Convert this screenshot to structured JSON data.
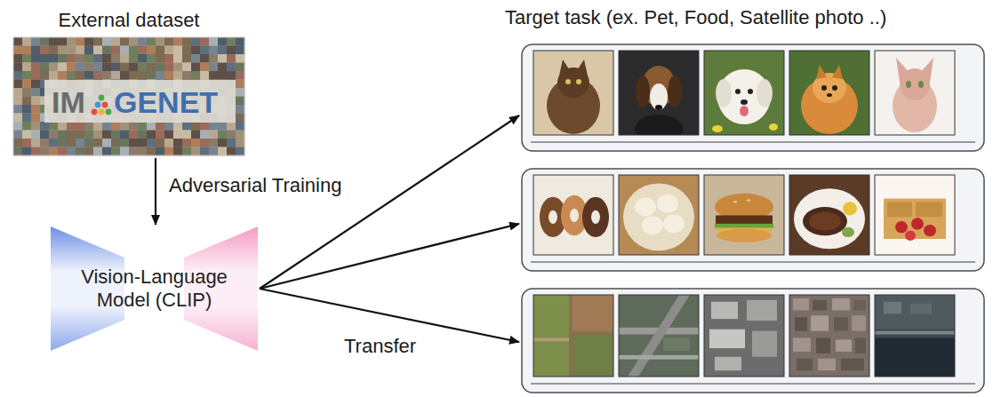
{
  "diagram": {
    "nodes": [
      {
        "text": [
          "External dataset"
        ]
      },
      {
        "text": [
          "Vision-Language Model (CLIP)"
        ]
      },
      {
        "text": [
          "Target task (ex. Pet, Food, Satellite photo ..)"
        ]
      }
    ],
    "edges": [
      {
        "from": 0,
        "to": 1,
        "arrow": "to",
        "label": "Adversarial Training"
      },
      {
        "from": 1,
        "to": 2,
        "arrow": "to",
        "label": "Transfer"
      }
    ],
    "labels": [
      "IM",
      "GENET"
    ]
  }
}
